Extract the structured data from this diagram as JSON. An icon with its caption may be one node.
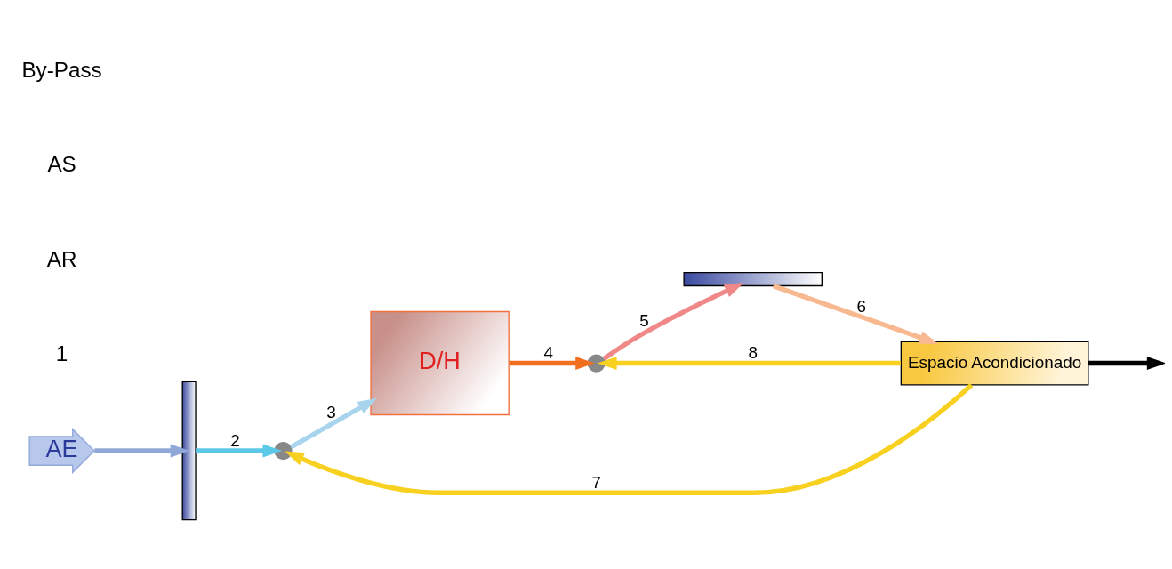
{
  "diagram": {
    "nodes": [
      {
        "text": [
          "AE"
        ]
      },
      {
        "text": [],
        "shape": "bar"
      },
      {
        "text": [],
        "shape": "circle"
      },
      {
        "text": [
          "D/H"
        ]
      },
      {
        "text": [],
        "shape": "circle"
      },
      {
        "text": [],
        "shape": "bar"
      },
      {
        "text": [
          "Espacio Acondicionado"
        ]
      }
    ],
    "edges": [
      {
        "from": 0,
        "to": 1,
        "arrow": "to",
        "color": "#8fa8d8"
      },
      {
        "from": 1,
        "to": 2,
        "label": "2",
        "arrow": "to",
        "color": "#5cc8e8"
      },
      {
        "from": 2,
        "to": 3,
        "label": "3",
        "arrow": "to",
        "color": "#a8d4ee"
      },
      {
        "from": 3,
        "to": 4,
        "label": "4",
        "arrow": "to",
        "color": "#f07020"
      },
      {
        "from": 4,
        "to": 5,
        "label": "5",
        "arrow": "to",
        "color": "#f08888"
      },
      {
        "from": 5,
        "to": 6,
        "label": "6",
        "arrow": "to",
        "color": "#f8b890"
      },
      {
        "from": 6,
        "to": 2,
        "label": "7",
        "arrow": "to",
        "color": "#f8d020"
      },
      {
        "from": 6,
        "to": 4,
        "label": "8",
        "arrow": "to",
        "color": "#f8d020"
      },
      {
        "from": 6,
        "to": null,
        "arrow": "to",
        "color": "#000000"
      }
    ],
    "labels": [
      "1",
      "AR",
      "AS",
      "By-Pass"
    ]
  }
}
